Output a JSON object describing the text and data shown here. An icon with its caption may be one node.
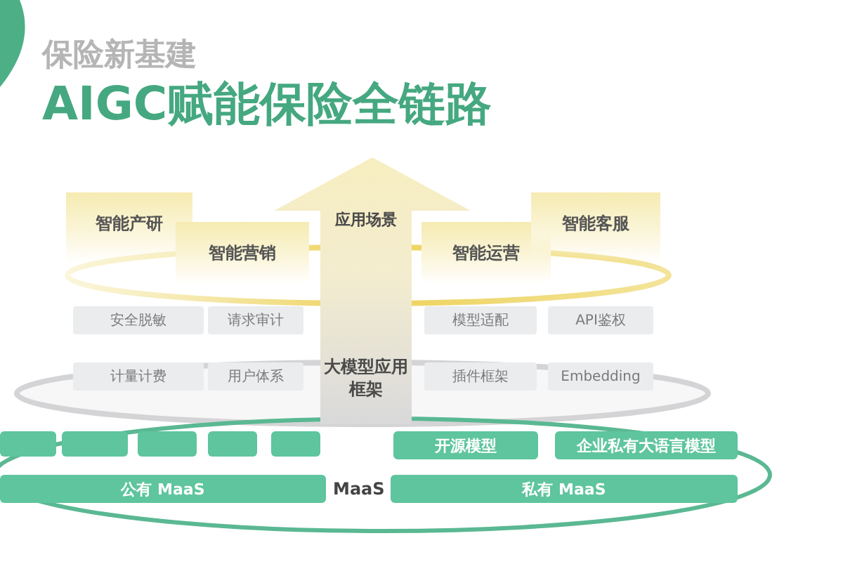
{
  "diagram": {
    "title": "AIGC赋能保险全链路",
    "nodes": [
      {
        "text": [
          "智能产研"
        ]
      },
      {
        "text": [
          "智能营销"
        ]
      },
      {
        "text": [
          "智能运营"
        ]
      },
      {
        "text": [
          "智能客服"
        ]
      },
      {
        "text": [
          "安全脱敏"
        ]
      },
      {
        "text": [
          "请求审计"
        ]
      },
      {
        "text": [
          "模型适配"
        ]
      },
      {
        "text": [
          "API鉴权"
        ]
      },
      {
        "text": [
          "计量计费"
        ]
      },
      {
        "text": [
          "用户体系"
        ]
      },
      {
        "text": [
          "插件框架"
        ]
      },
      {
        "text": [
          "Embedding"
        ]
      },
      {
        "text": [
          "应用场景",
          "大模型应用框架"
        ]
      },
      {
        "text": [],
        "shape": "box"
      },
      {
        "text": [],
        "shape": "box"
      },
      {
        "text": [],
        "shape": "box"
      },
      {
        "text": [],
        "shape": "box"
      },
      {
        "text": [],
        "shape": "box"
      },
      {
        "text": [
          "开源模型"
        ]
      },
      {
        "text": [
          "企业私有大语言模型"
        ]
      },
      {
        "text": [
          "公有 MaaS"
        ]
      },
      {
        "text": [
          "私有 MaaS"
        ]
      }
    ],
    "edges": [],
    "labels": [
      "保险新基建",
      "MaaS"
    ]
  }
}
